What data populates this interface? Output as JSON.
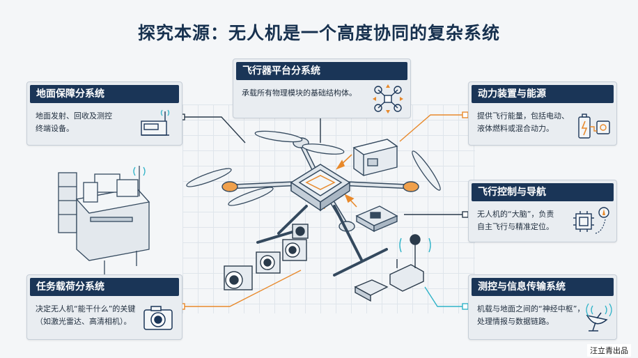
{
  "title": "探究本源：无人机是一个高度协同的复杂系统",
  "cards": {
    "frame": {
      "title": "飞行器平台分系统",
      "desc": "承载所有物理模块的基础结构体。"
    },
    "ground": {
      "title": "地面保障分系统",
      "desc_line1": "地面发射、回收及测控",
      "desc_line2": "终端设备。"
    },
    "power": {
      "title": "动力装置与能源",
      "desc_line1": "提供飞行能量，包括电动、",
      "desc_line2": "液体燃料或混合动力。"
    },
    "flight": {
      "title": "飞行控制与导航",
      "desc_line1": "无人机的“大脑”，负责",
      "desc_line2": "自主飞行与精准定位。"
    },
    "payload": {
      "title": "任务载荷分系统",
      "desc_line1": "决定无人机“能干什么”的关键",
      "desc_line2": "（如激光雷达、高清相机）。"
    },
    "comms": {
      "title": "测控与信息传输系统",
      "desc_line1": "机载与地面之间的“神经中枢”，",
      "desc_line2": "处理情报与数据链路。"
    }
  },
  "footer": "汪立青出品",
  "colors": {
    "navy": "#1a3557",
    "orange": "#e8892b",
    "cyan": "#2fb3c8",
    "line": "#2a3a4a"
  }
}
